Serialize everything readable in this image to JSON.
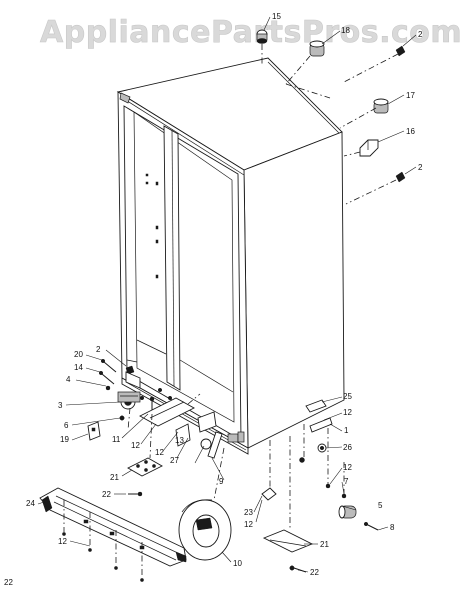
{
  "watermark": "AppliancePartsPros.com",
  "page_number": "22",
  "callouts": {
    "c1": "15",
    "c2": "18",
    "c3": "2",
    "c4": "17",
    "c5": "16",
    "c6": "2",
    "c7": "20",
    "c8": "2",
    "c9": "14",
    "c10": "4",
    "c11": "3",
    "c12": "6",
    "c13": "19",
    "c14": "11",
    "c15": "12",
    "c16": "12",
    "c17": "13",
    "c18": "27",
    "c19": "9",
    "c20": "25",
    "c21": "12",
    "c22": "1",
    "c23": "26",
    "c24": "12",
    "c25": "7",
    "c26": "5",
    "c27": "8",
    "c28": "21",
    "c29": "22",
    "c30": "24",
    "c31": "12",
    "c32": "12",
    "c33": "23",
    "c34": "10",
    "c35": "21",
    "c36": "22"
  }
}
